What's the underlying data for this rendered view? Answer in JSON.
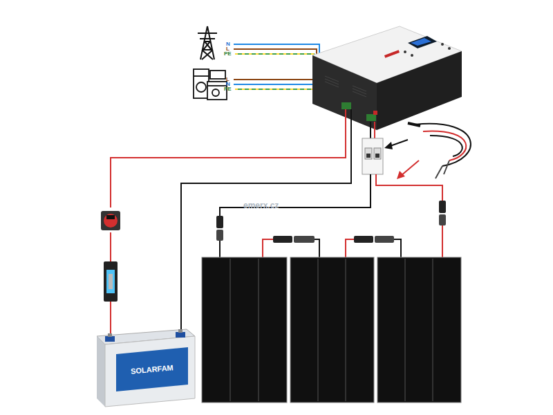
{
  "diagram": {
    "nodes": [
      {
        "text": [
          "SOLARFAM"
        ]
      }
    ],
    "labels": [
      "N",
      "L",
      "PE",
      "L",
      "N",
      "PE",
      "emerx.cz"
    ]
  }
}
